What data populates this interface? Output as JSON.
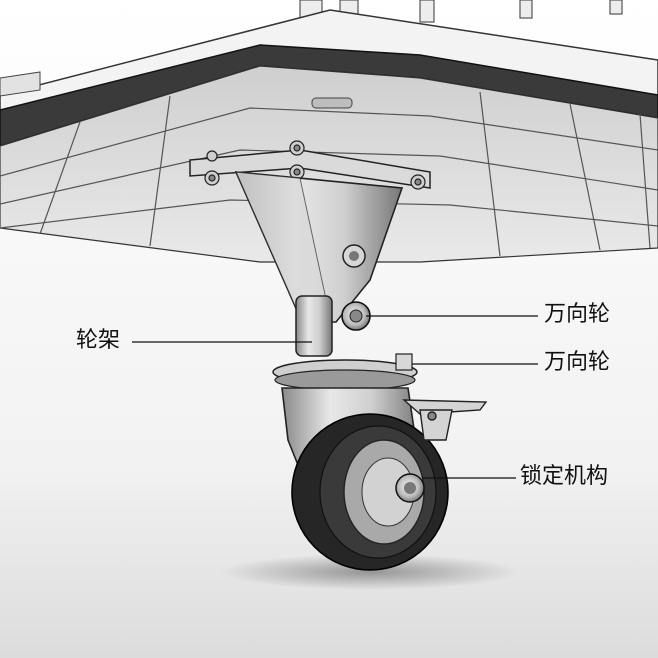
{
  "callouts": {
    "wheel_frame": "轮架",
    "caster_upper": "万向轮",
    "caster_lower": "万向轮",
    "lock_mechanism": "锁定机构"
  },
  "colors": {
    "line": "#1a1a1a",
    "metal_light": "#e4e4e4",
    "metal_mid": "#b9b9b9",
    "metal_dark": "#6e6e6e",
    "rubber": "#262626",
    "platform_edge": "#3a3a3a"
  }
}
